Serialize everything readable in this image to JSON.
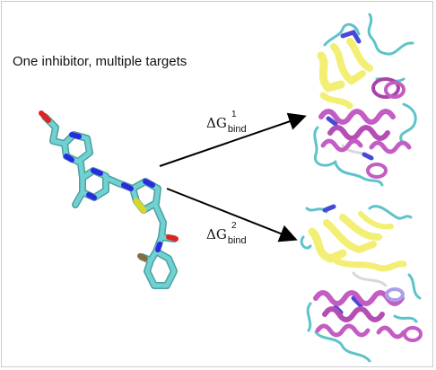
{
  "figure": {
    "title": "One inhibitor, multiple targets",
    "labels": [
      {
        "delta": "ΔG",
        "subscript": "bind",
        "superscript": "1"
      },
      {
        "delta": "ΔG",
        "subscript": "bind",
        "superscript": "2"
      }
    ]
  },
  "colors": {
    "carbon": "#5fc7c7",
    "nitrogen": "#2a2ae0",
    "oxygen": "#e02424",
    "sulfur": "#d7d72a",
    "helix": "#c35cc3",
    "sheet": "#f2ef74",
    "coil": "#5ec3c9",
    "turn": "#4848d8"
  }
}
